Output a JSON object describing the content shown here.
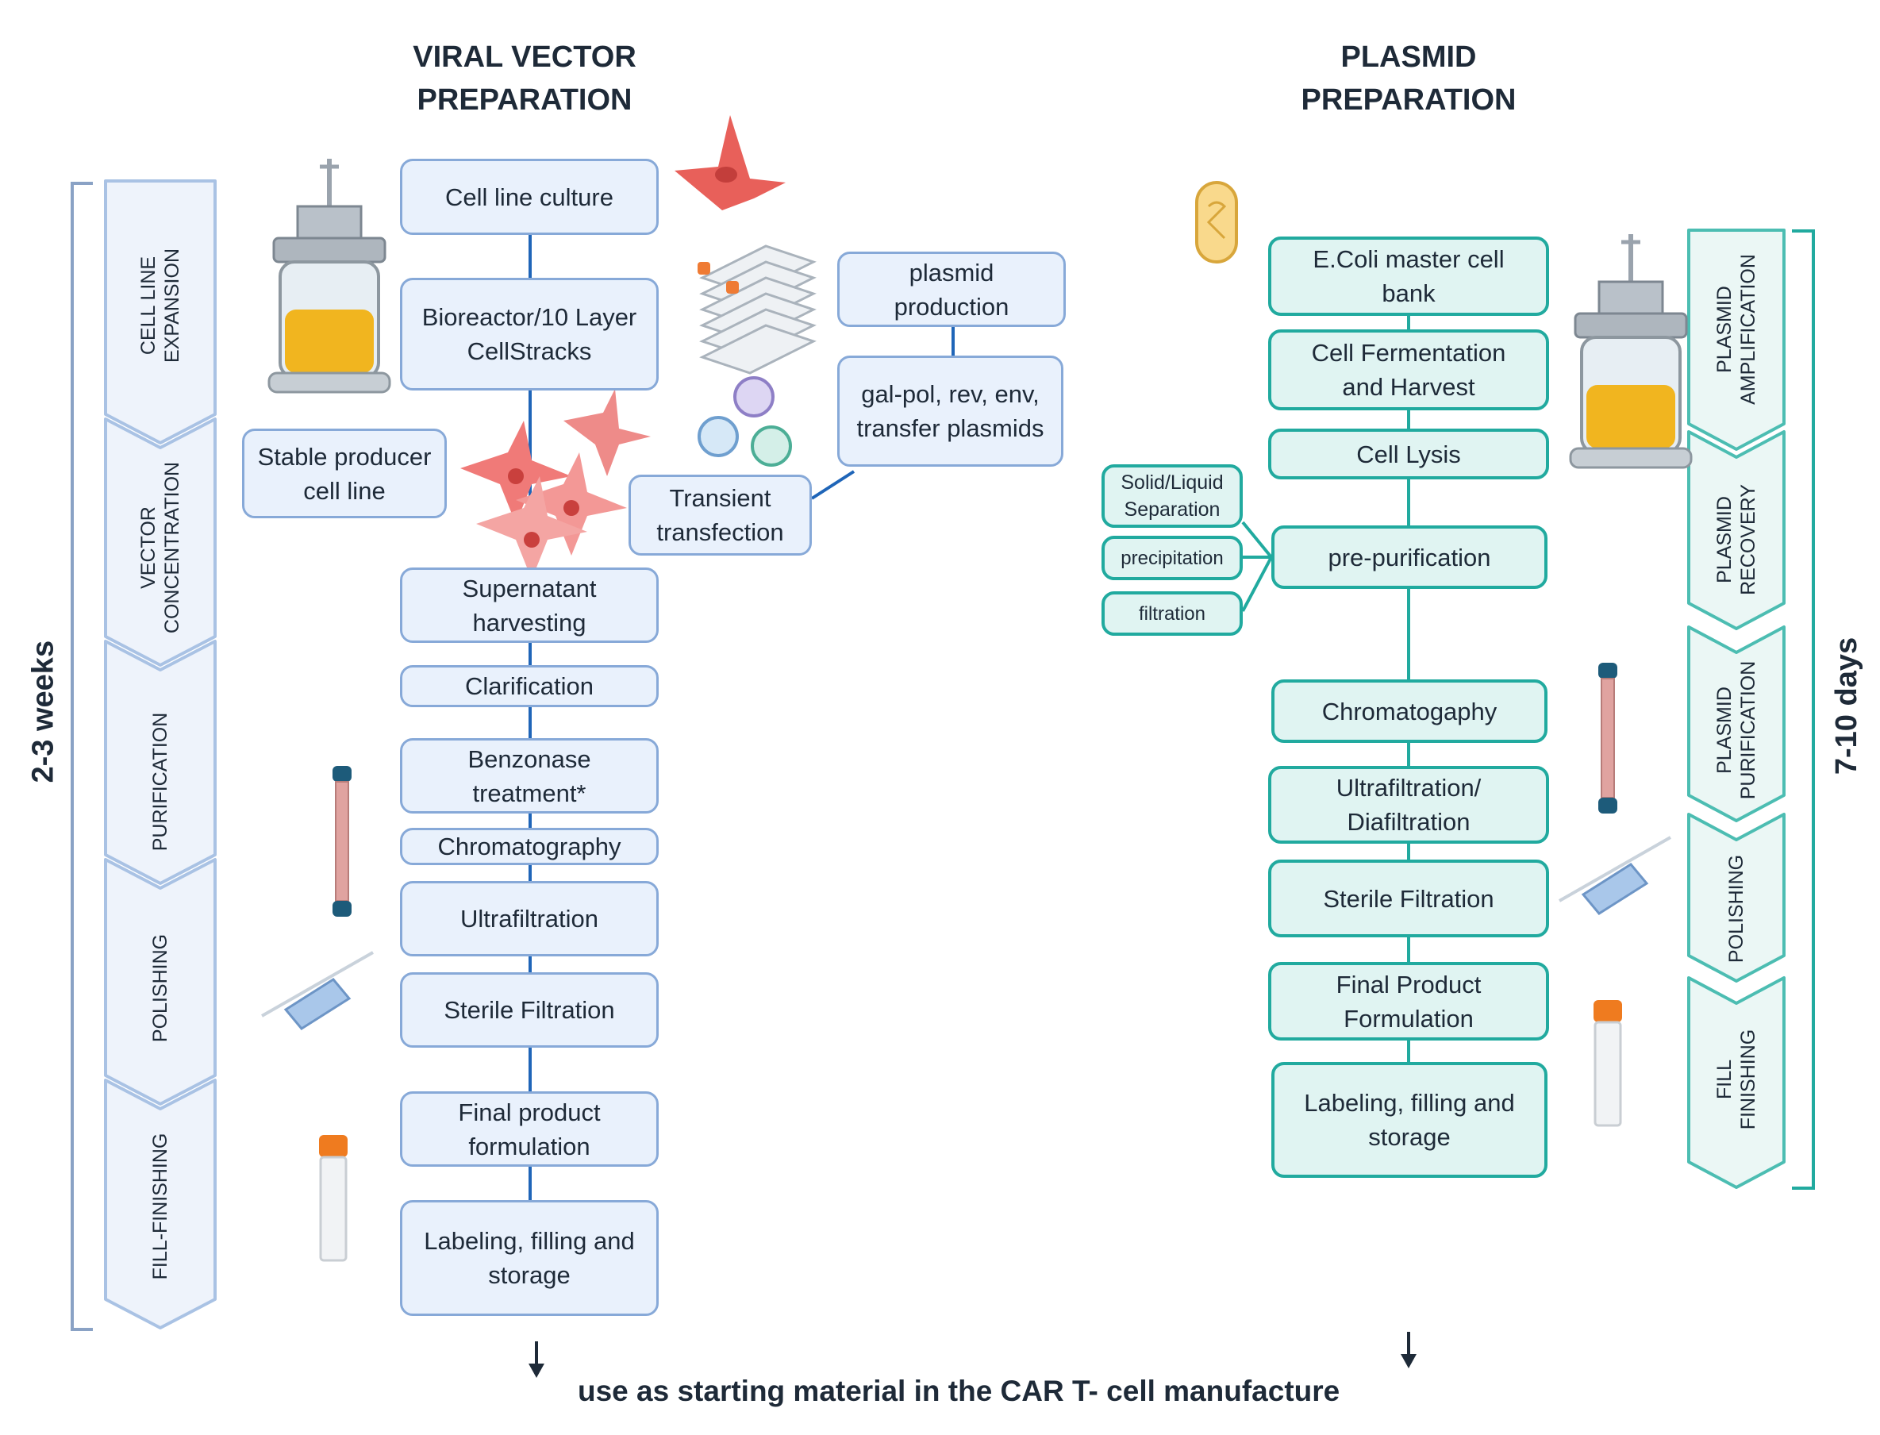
{
  "viral": {
    "heading": "VIRAL VECTOR\nPREPARATION",
    "duration": "2-3 weeks",
    "stages": [
      {
        "label": "CELL LINE\nEXPANSION"
      },
      {
        "label": "VECTOR\nCONCENTRATION"
      },
      {
        "label": "PURIFICATION"
      },
      {
        "label": "POLISHING"
      },
      {
        "label": "FILL-FINISHING"
      }
    ],
    "steps": {
      "cell_line_culture": "Cell line culture",
      "bioreactor": "Bioreactor/10 Layer\nCellStracks",
      "stable_producer": "Stable producer\ncell line",
      "supernatant": "Supernatant\nharvesting",
      "clarification": "Clarification",
      "benzonase": "Benzonase\ntreatment*",
      "chromatography": "Chromatography",
      "ultrafiltration": "Ultrafiltration",
      "sterile_filtration": "Sterile Filtration",
      "final_formulation": "Final product\nformulation",
      "labeling": "Labeling, filling and\nstorage",
      "plasmid_production": "plasmid\nproduction",
      "plasmids": "gal-pol, rev, env,\ntransfer plasmids",
      "transient": "Transient\ntransfection"
    }
  },
  "plasmid": {
    "heading": "PLASMID\nPREPARATION",
    "duration": "7-10 days",
    "stages": [
      {
        "label": "PLASMID\nAMPLIFICATION"
      },
      {
        "label": "PLASMID\nRECOVERY"
      },
      {
        "label": "PLASMID\nPURIFICATION"
      },
      {
        "label": "POLISHING"
      },
      {
        "label": "FILL FINISHING"
      }
    ],
    "steps": {
      "ecoli": "E.Coli master cell\nbank",
      "fermentation": "Cell Fermentation\nand Harvest",
      "lysis": "Cell Lysis",
      "prepurification": "pre-purification",
      "chromatography": "Chromatogaphy",
      "ultrafiltration": "Ultrafiltration/\nDiafiltration",
      "sterile_filtration": "Sterile Filtration",
      "final_formulation": "Final Product\nFormulation",
      "labeling": "Labeling, filling and\nstorage",
      "solid_liquid": "Solid/Liquid\nSeparation",
      "precipitation": "precipitation",
      "filtration": "filtration"
    }
  },
  "footer": {
    "note": "use as starting material in the CAR T- cell manufacture"
  },
  "icons": [
    "bioreactor-icon",
    "fibroblast-cell-icon",
    "cell-stack-icon",
    "plasmid-icon",
    "cell-cluster-icon",
    "chromatography-column-icon",
    "syringe-filter-icon",
    "vial-icon",
    "ecoli-bacterium-icon"
  ],
  "colors": {
    "viral_box_fill": "#e9f1fc",
    "viral_box_border": "#87a9d8",
    "viral_connector": "#1f65b8",
    "plasmid_box_fill": "#e0f4f2",
    "plasmid_box_border": "#21aa9f",
    "chevron_fill": "#eef3fb",
    "chevron_border": "#a9c2e4",
    "plasmid_chevron_fill": "#ebf7f5",
    "plasmid_chevron_border": "#4cbdb2"
  }
}
